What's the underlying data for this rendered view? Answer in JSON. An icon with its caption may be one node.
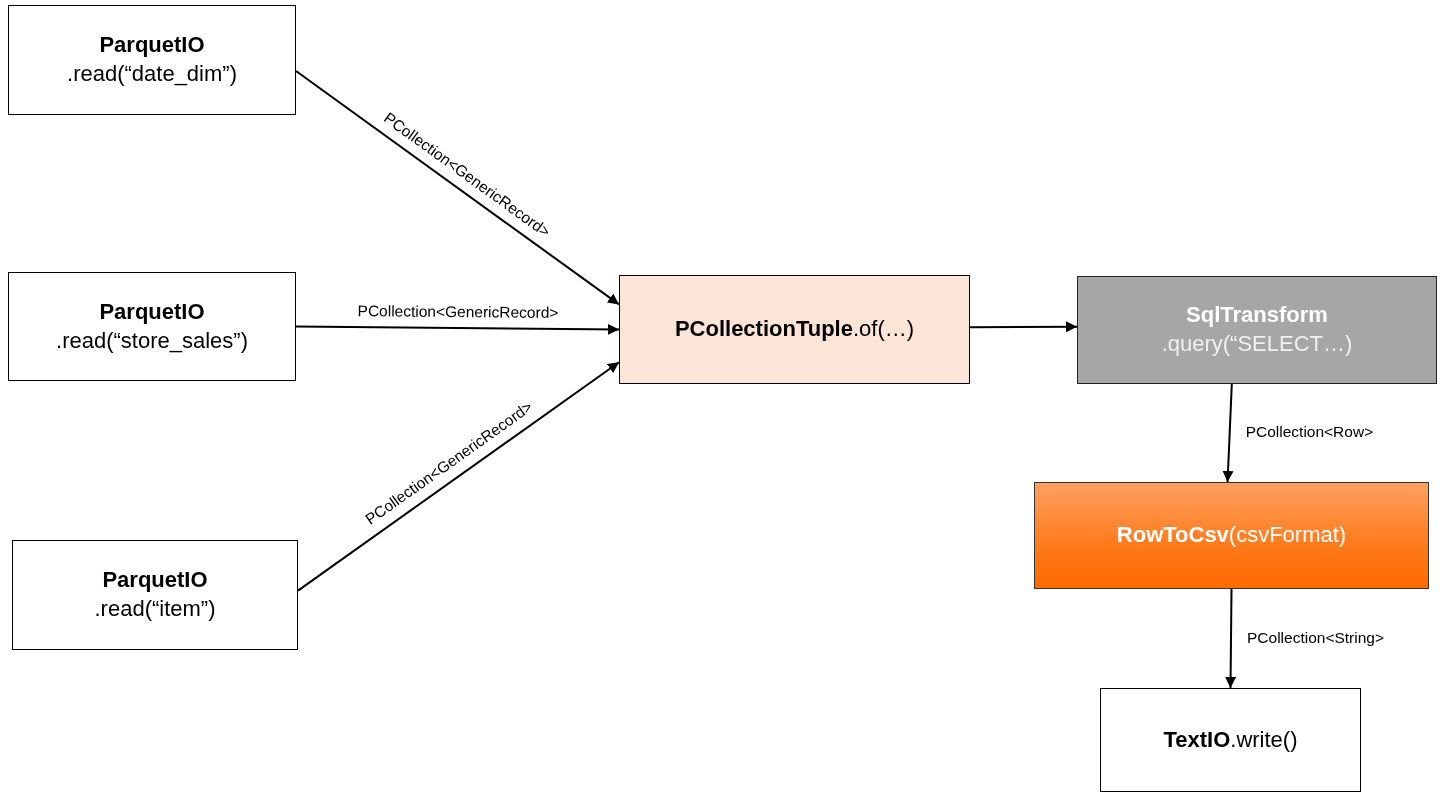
{
  "diagram": {
    "nodes": [
      {
        "text": [
          "ParquetIO",
          ".read(“date_dim”)"
        ]
      },
      {
        "text": [
          "ParquetIO",
          ".read(“store_sales”)"
        ]
      },
      {
        "text": [
          "ParquetIO",
          ".read(“item”)"
        ]
      },
      {
        "text": [
          "**PCollectionTuple**.of(…)"
        ]
      },
      {
        "text": [
          "SqlTransform",
          ".query(“SELECT…)"
        ]
      },
      {
        "text": [
          "**RowToCsv**(csvFormat)"
        ]
      },
      {
        "text": [
          "**TextIO**.write()"
        ]
      }
    ],
    "edges": [
      {
        "from": 0,
        "to": 3,
        "arrow": "to",
        "label": "PCollection<GenericRecord>"
      },
      {
        "from": 1,
        "to": 3,
        "arrow": "to",
        "label": "PCollection<GenericRecord>"
      },
      {
        "from": 2,
        "to": 3,
        "arrow": "to",
        "label": "PCollection<GenericRecord>"
      },
      {
        "from": 3,
        "to": 4,
        "arrow": "to"
      },
      {
        "from": 4,
        "to": 5,
        "arrow": "to",
        "label": "PCollection<Row>"
      },
      {
        "from": 5,
        "to": 6,
        "arrow": "to",
        "label": "PCollection<String>"
      }
    ]
  }
}
